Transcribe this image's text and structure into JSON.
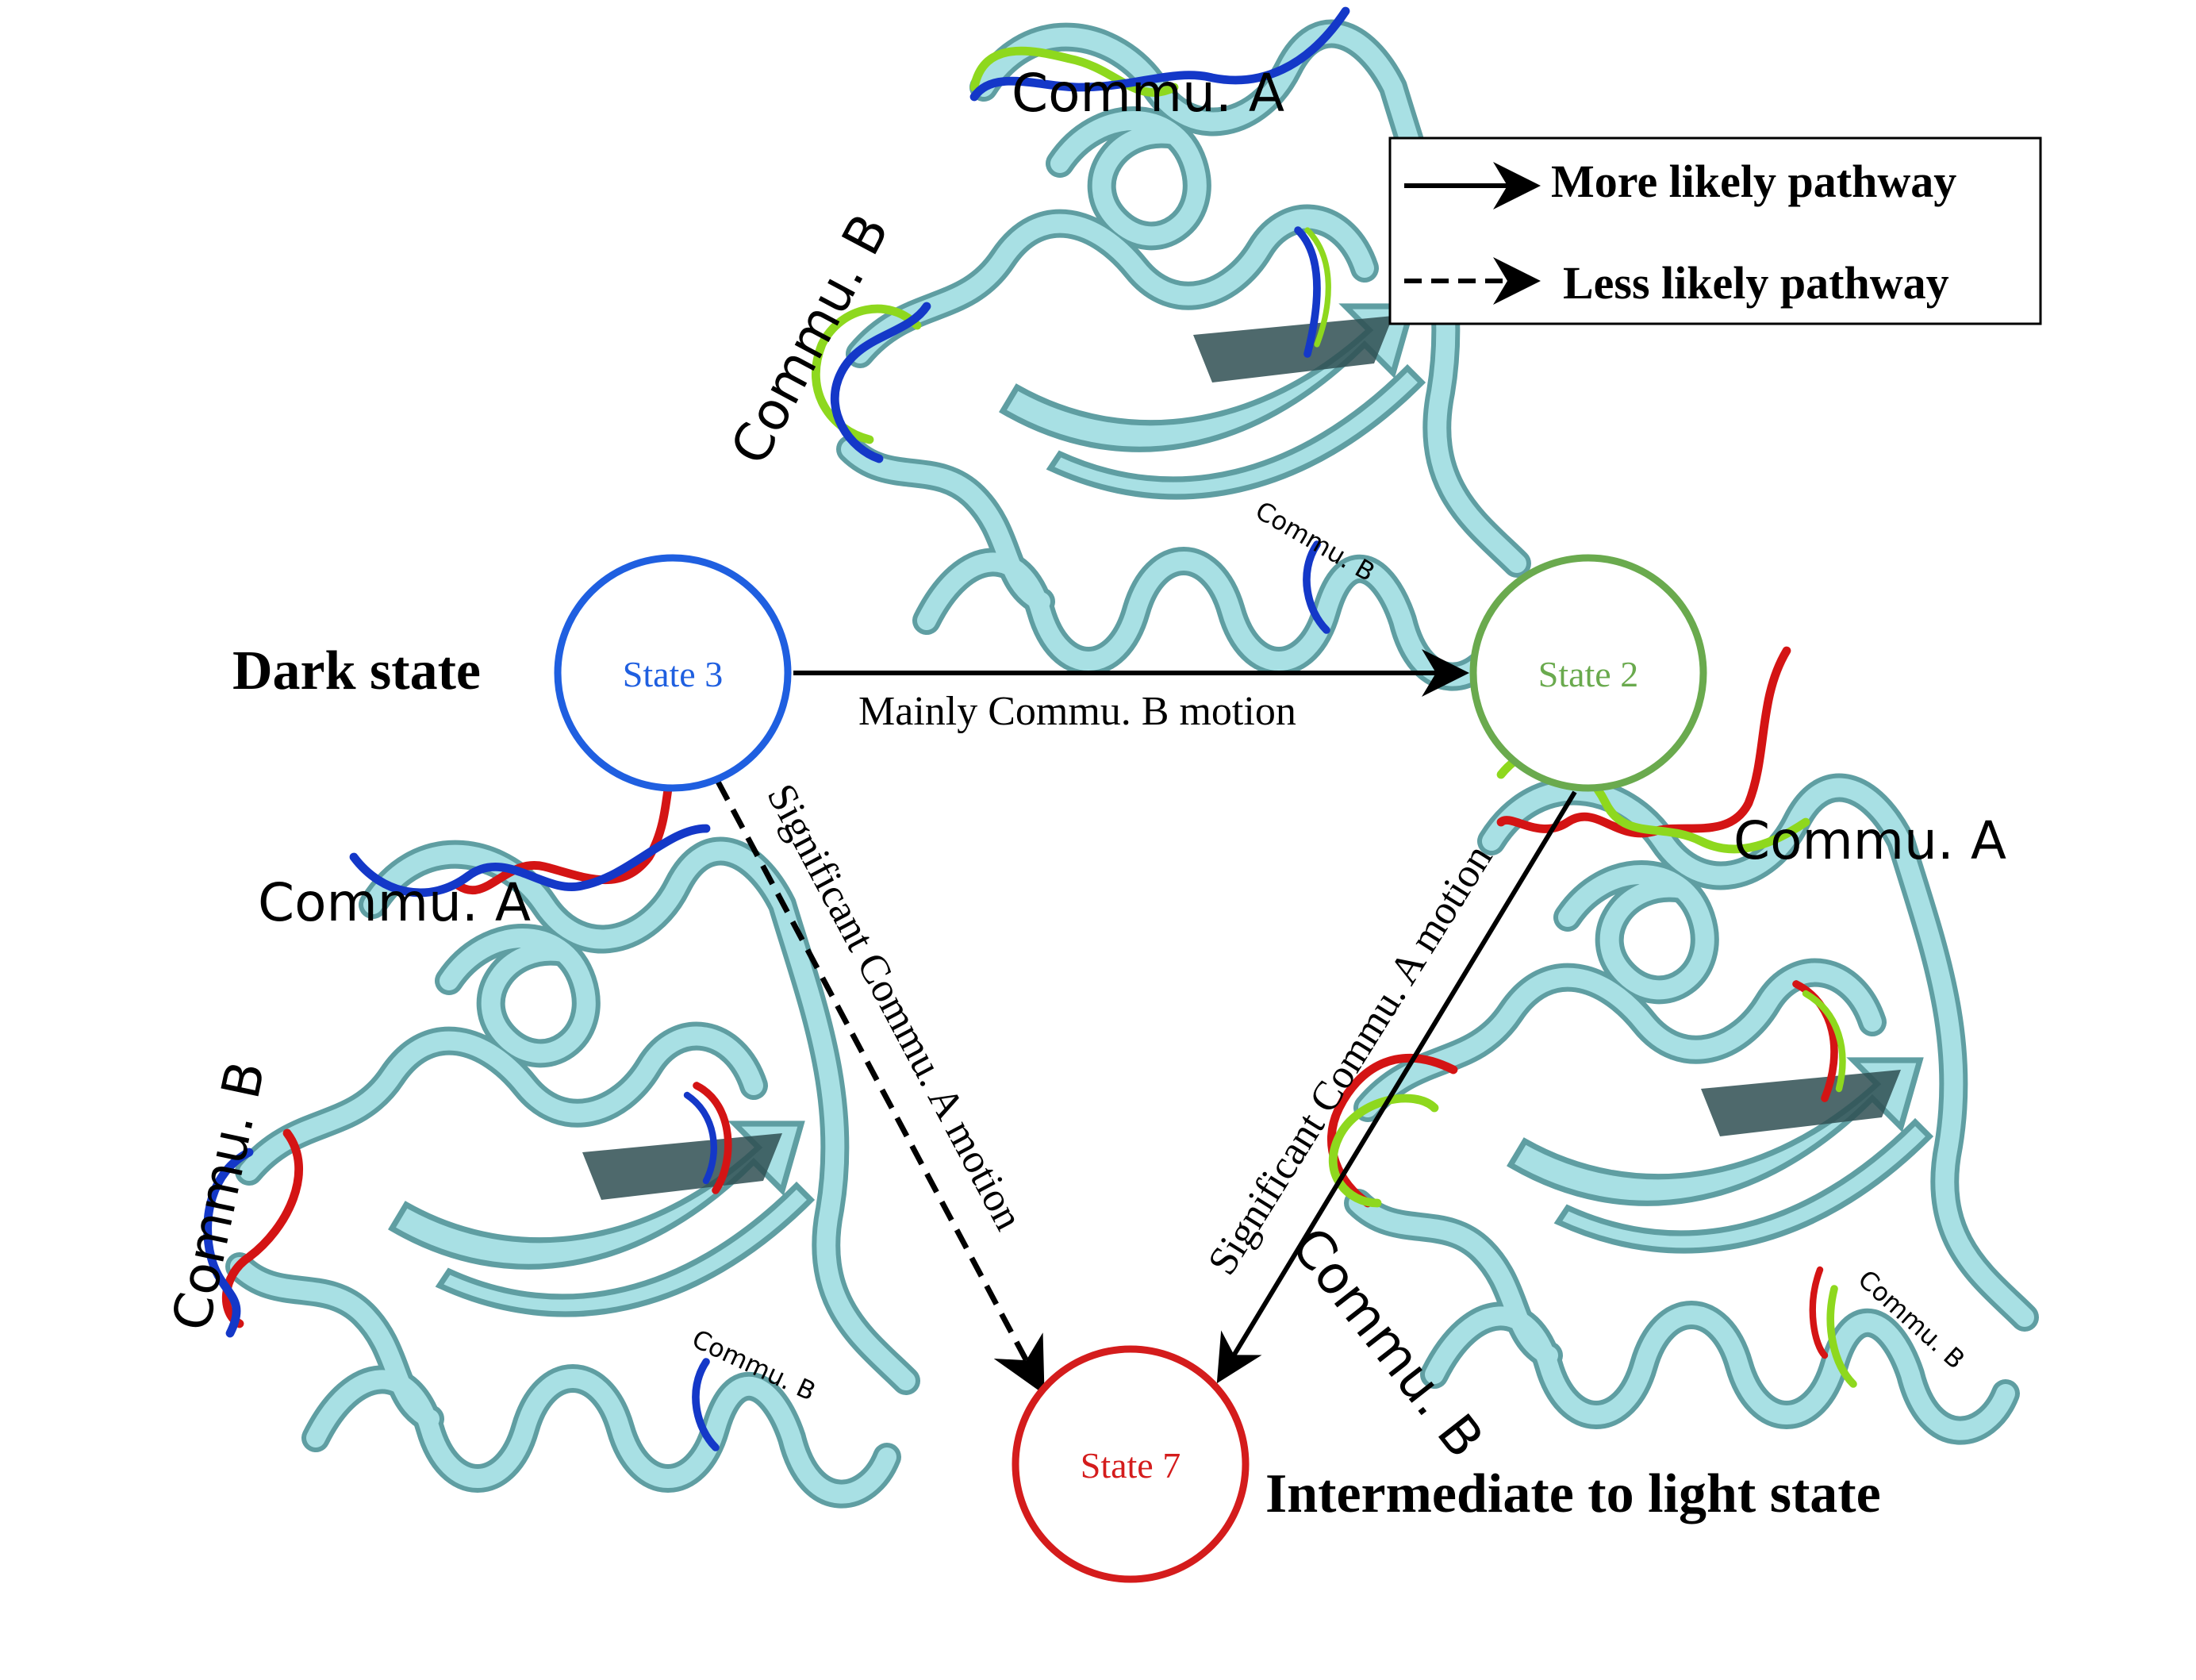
{
  "legend": {
    "solid_label": "More likely pathway",
    "dashed_label": "Less likely pathway"
  },
  "states": {
    "state3": {
      "label": "State 3",
      "color": "#1f5fe0"
    },
    "state2": {
      "label": "State 2",
      "color": "#6aaa4e"
    },
    "state7": {
      "label": "State 7",
      "color": "#d41c1c"
    }
  },
  "state_names": {
    "dark": "Dark state",
    "intermediate": "Intermediate to light state"
  },
  "pathways": {
    "state3_to_state2": "Mainly Commu. B motion",
    "state3_to_state7": "Significant Commu. A motion",
    "state2_to_state7": "Significant Commu. A motion"
  },
  "structure_labels": {
    "commu_a": "Commu. A",
    "commu_b": "Commu. B"
  },
  "colors": {
    "ribbon": "#a8e0e4",
    "ribbon_edge": "#5f9ea2",
    "state3_loop": "#1438c8",
    "state2_loop": "#8ed81e",
    "state7_loop": "#d41414",
    "arrow": "#000000"
  }
}
